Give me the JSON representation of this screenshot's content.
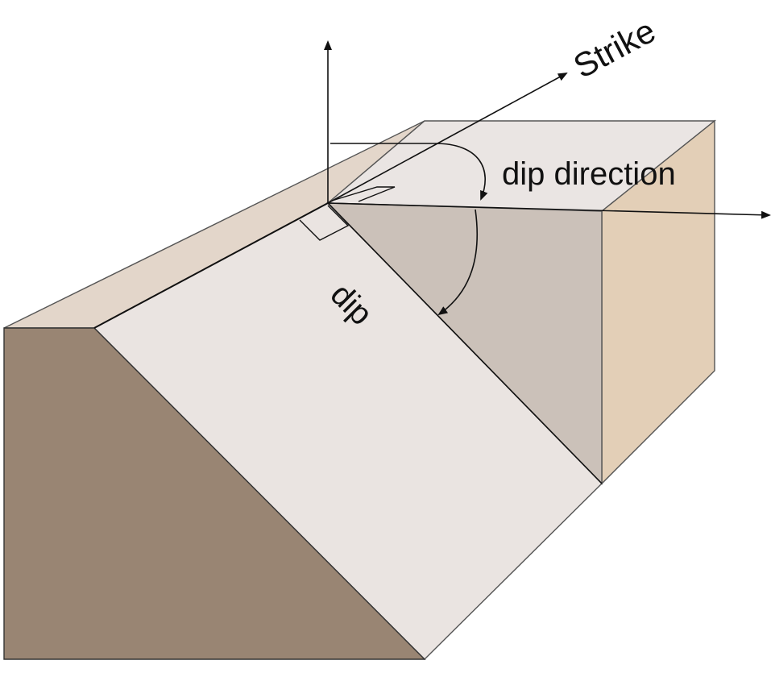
{
  "labels": {
    "strike": "Strike",
    "dip_direction": "dip direction",
    "dip": "dip"
  },
  "colors": {
    "top_surface": "#EAE5E3",
    "back_top_strip": "#E3D6CA",
    "dipping_plane": "#EAE4E1",
    "front_face": "#998573",
    "right_wedge": "#CBC1B9",
    "right_side_face": "#E3CFB7",
    "lines": "#111111"
  }
}
